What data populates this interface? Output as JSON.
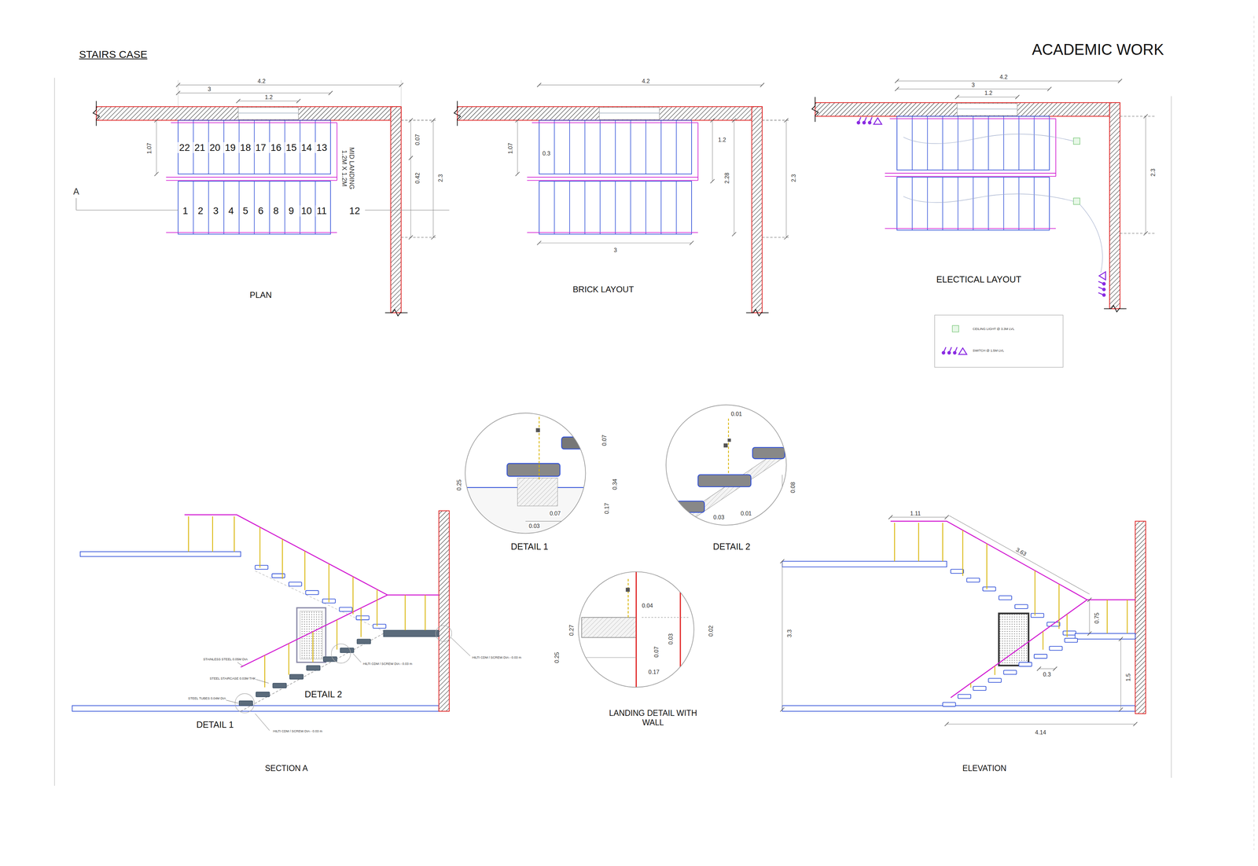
{
  "diagram": {
    "title": "STAIRS CASE",
    "nodes": [
      {
        "text": [
          "DETAIL 1",
          "0.07",
          "0.25",
          "0.34",
          "0.17",
          "0.03",
          "0.07"
        ]
      },
      {
        "text": [
          "DETAIL 2",
          "0.01",
          "0.08",
          "0.03",
          "0.01"
        ]
      },
      {
        "text": [
          "LANDING DETAIL WITH WALL",
          "0.04",
          "0.27",
          "0.25",
          "0.07",
          "0.03",
          "0.02",
          "0.17"
        ]
      }
    ],
    "labels": [
      "ACADEMIC WORK",
      "4.2",
      "3",
      "1.2",
      "22",
      "21",
      "20",
      "19",
      "18",
      "17",
      "16",
      "15",
      "14",
      "13",
      "1.07",
      "0.07",
      "0.42",
      "2.3",
      "MID LANDING 1.2M X 1.2M",
      "A",
      "1",
      "2",
      "3",
      "4",
      "5",
      "6",
      "8",
      "9",
      "10",
      "11",
      "12",
      "PLAN",
      "4.2",
      "1.07",
      "0.3",
      "1.2",
      "2.28",
      "2.3",
      "3",
      "BRICK LAYOUT",
      "4.2",
      "3",
      "1.2",
      "2.3",
      "ELECTICAL LAYOUT",
      "STAINLESS STEEL 0.05M DIA",
      "STEEL STAIRCASE 0.03M THK",
      "STEEL TUBES 0.04M DIA",
      "HILTI CDM / SCREW DIA - 0.03 m",
      "HILTI CDM / SCREW DIA - 0.03 m",
      "HILTI CDM / SCREW DIA - 0.03 m",
      "DETAIL 2",
      "DETAIL 1",
      "SECTION A",
      "1.11",
      "3.63",
      "3.3",
      "0.75",
      "0.3",
      "1.5",
      "4.14",
      "ELEVATION"
    ],
    "legend": [
      {
        "text": "CEILING LIGHT @ 3.3M LVL"
      },
      {
        "text": "SWITCH @ 1.5M LVL"
      }
    ]
  }
}
